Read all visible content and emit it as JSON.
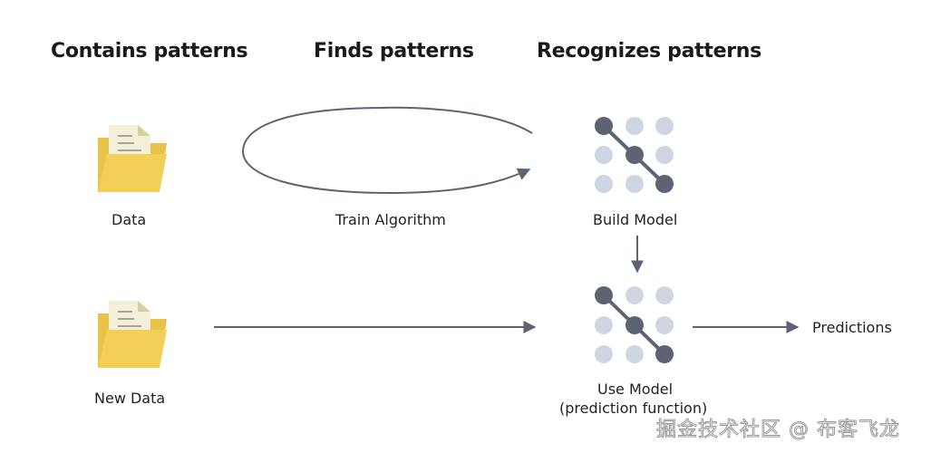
{
  "headings": {
    "contains": "Contains patterns",
    "finds": "Finds patterns",
    "recognizes": "Recognizes patterns"
  },
  "nodes": {
    "data": "Data",
    "new_data": "New Data",
    "train": "Train Algorithm",
    "build_model": "Build Model",
    "use_model_line1": "Use Model",
    "use_model_line2": "(prediction function)",
    "predictions": "Predictions"
  },
  "icons": {
    "data": "folder-with-document-icon",
    "new_data": "folder-with-document-icon",
    "build_model": "model-grid-icon",
    "use_model": "model-grid-icon"
  },
  "colors": {
    "folder": "#f2cf57",
    "folder_back": "#e8c24a",
    "paper": "#f3efd9",
    "node_dark": "#5d6373",
    "node_light": "#d0d6e1",
    "arrow": "#5d6373"
  },
  "watermark": "掘金技术社区 @ 布客飞龙"
}
